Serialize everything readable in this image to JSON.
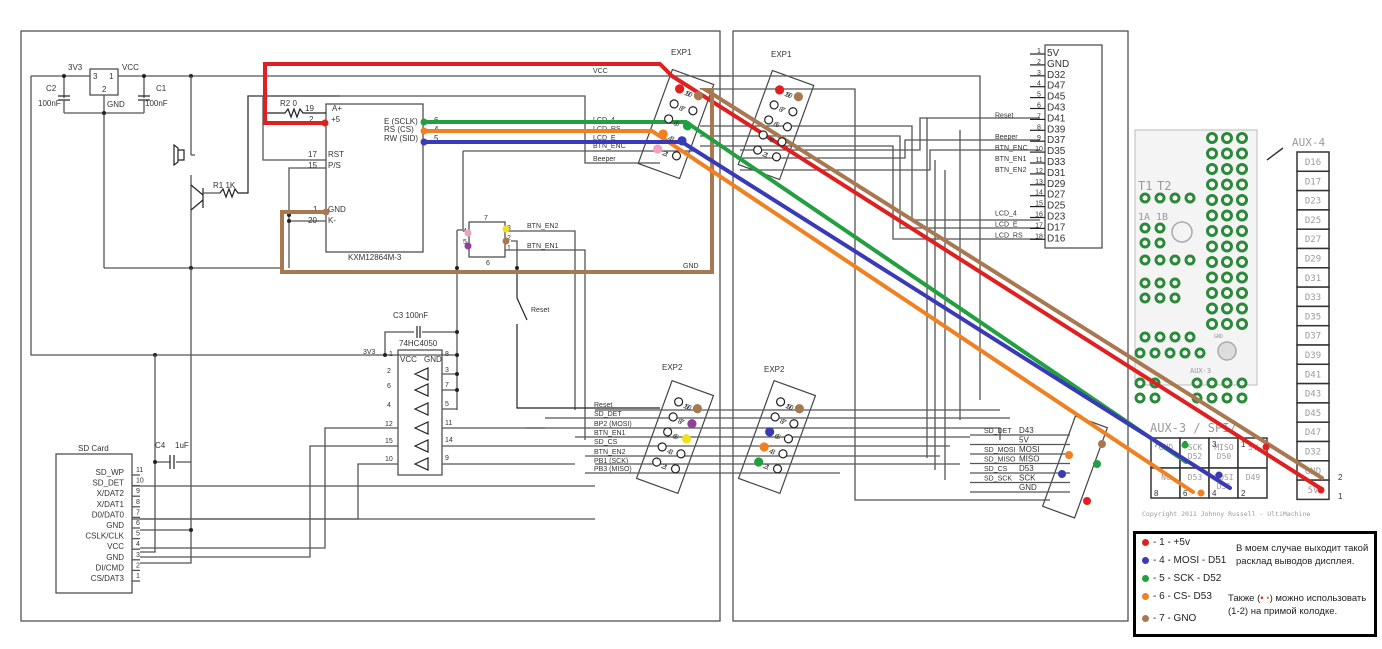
{
  "colors": {
    "vcc_5v": "#e02020",
    "mosi": "#3a3ab8",
    "sck": "#22a040",
    "cs": "#f08020",
    "gnd": "#a87850",
    "pink": "#f0a0c0",
    "purple": "#904098",
    "yellow": "#f0e020"
  },
  "power": {
    "reg_in": "3V3",
    "reg_out": "VCC",
    "reg_gnd": "GND",
    "reg_pins": [
      "3",
      "1",
      "2"
    ],
    "c2": "C2",
    "c2_val": "100nF",
    "c1": "C1",
    "c1_val": "100nF"
  },
  "lcd": {
    "name": "KXM12864M-3",
    "r2": "R2 0",
    "r1": "R1 1K",
    "left_pins": [
      {
        "num": "19",
        "label": "A+"
      },
      {
        "num": "2",
        "label": "+5"
      },
      {
        "num": "17",
        "label": "RST"
      },
      {
        "num": "15",
        "label": "P/S"
      },
      {
        "num": "1",
        "label": "GND"
      },
      {
        "num": "20",
        "label": "K-"
      }
    ],
    "right_pins": [
      {
        "num": "6",
        "label": "E (SCLK)"
      },
      {
        "num": "4",
        "label": "RS (CS)"
      },
      {
        "num": "5",
        "label": "RW (SID)"
      }
    ]
  },
  "encoder": {
    "pins": [
      "7",
      "4",
      "5",
      "6",
      "3",
      "2",
      "1"
    ],
    "btn_en2": "BTN_EN2",
    "btn_en1": "BTN_EN1",
    "reset": "Reset"
  },
  "exp1_left": {
    "title": "EXP1",
    "signals": [
      "VCC",
      "LCD_4",
      "LCD_RS",
      "LCD_E",
      "BTN_ENC",
      "Beeper",
      "GND"
    ],
    "pins": [
      "10",
      "9",
      "8",
      "7",
      "6",
      "5",
      "4",
      "3",
      "2",
      "1"
    ]
  },
  "exp1_right": {
    "title": "EXP1",
    "pins": [
      "10",
      "9",
      "8",
      "7",
      "6",
      "5",
      "4",
      "3",
      "2",
      "1"
    ]
  },
  "exp2_left": {
    "title": "EXP2",
    "signals": [
      "Reset",
      "SD_DET",
      "BP2 (MOSI)",
      "BTN_EN1",
      "SD_CS",
      "BTN_EN2",
      "PB1 (SCK)",
      "PB3 (MISO)"
    ],
    "pins": [
      "10",
      "9",
      "8",
      "7",
      "6",
      "5",
      "4",
      "3",
      "2",
      "1"
    ]
  },
  "exp2_right": {
    "title": "EXP2",
    "pins": [
      "10",
      "9",
      "8",
      "7",
      "6",
      "5",
      "4",
      "3",
      "2",
      "1"
    ]
  },
  "buffer": {
    "name": "74HC4050",
    "c3": "C3 100nF",
    "vcc": "VCC",
    "gnd": "GND",
    "rail": "3V3",
    "left_pins": [
      "1",
      "2",
      "6",
      "4",
      "12",
      "15",
      "10"
    ],
    "right_pins": [
      "8",
      "3",
      "7",
      "5",
      "11",
      "14",
      "9"
    ]
  },
  "sdcard": {
    "title": "SD Card",
    "c4": "C4",
    "c4_val": "1uF",
    "pins": [
      {
        "num": "11",
        "label": "SD_WP"
      },
      {
        "num": "10",
        "label": "SD_DET"
      },
      {
        "num": "9",
        "label": "X/DAT2"
      },
      {
        "num": "8",
        "label": "X/DAT1"
      },
      {
        "num": "7",
        "label": "D0/DAT0"
      },
      {
        "num": "6",
        "label": "GND"
      },
      {
        "num": "5",
        "label": "CSLK/CLK"
      },
      {
        "num": "4",
        "label": "VCC"
      },
      {
        "num": "3",
        "label": "GND"
      },
      {
        "num": "2",
        "label": "DI/CMD"
      },
      {
        "num": "1",
        "label": "CS/DAT3"
      }
    ]
  },
  "header": {
    "pins": [
      {
        "num": "1",
        "label": "5V",
        "sig": ""
      },
      {
        "num": "2",
        "label": "GND",
        "sig": ""
      },
      {
        "num": "3",
        "label": "D32",
        "sig": ""
      },
      {
        "num": "4",
        "label": "D47",
        "sig": ""
      },
      {
        "num": "5",
        "label": "D45",
        "sig": ""
      },
      {
        "num": "6",
        "label": "D43",
        "sig": ""
      },
      {
        "num": "7",
        "label": "D41",
        "sig": "Reset"
      },
      {
        "num": "8",
        "label": "D39",
        "sig": ""
      },
      {
        "num": "9",
        "label": "D37",
        "sig": "Beeper"
      },
      {
        "num": "10",
        "label": "D35",
        "sig": "BTN_ENC"
      },
      {
        "num": "11",
        "label": "D33",
        "sig": "BTN_EN1"
      },
      {
        "num": "12",
        "label": "D31",
        "sig": "BTN_EN2"
      },
      {
        "num": "13",
        "label": "D29",
        "sig": ""
      },
      {
        "num": "14",
        "label": "D27",
        "sig": ""
      },
      {
        "num": "15",
        "label": "D25",
        "sig": ""
      },
      {
        "num": "16",
        "label": "D23",
        "sig": "LCD_4"
      },
      {
        "num": "17",
        "label": "D17",
        "sig": "LCD_E"
      },
      {
        "num": "18",
        "label": "D16",
        "sig": "LCD_RS"
      }
    ]
  },
  "sdheader": {
    "rows": [
      {
        "sig": "SD_DET",
        "pin": "D43"
      },
      {
        "sig": "",
        "pin": "5V"
      },
      {
        "sig": "SD_MOSI",
        "pin": "MOSI"
      },
      {
        "sig": "SD_MISO",
        "pin": "MISO"
      },
      {
        "sig": "SD_CS",
        "pin": "D53"
      },
      {
        "sig": "SD_SCK",
        "pin": "SCK"
      },
      {
        "sig": "",
        "pin": "GND"
      }
    ],
    "pins": [
      "8",
      "7",
      "6",
      "5",
      "4",
      "3",
      "2",
      "1"
    ]
  },
  "board": {
    "aux4_title": "AUX-4",
    "aux4_cells": [
      "D16",
      "D17",
      "D23",
      "D25",
      "D27",
      "D29",
      "D31",
      "D33",
      "D35",
      "D37",
      "D39",
      "D41",
      "D43",
      "D45",
      "D47",
      "D32",
      "GND",
      "5V"
    ],
    "aux4_pin_labels": [
      "2",
      "1"
    ],
    "aux3_title": "AUX-3 / SPI/",
    "aux3_small": "AUX-3",
    "board_labels": [
      "T1",
      "T2",
      "1A",
      "1B",
      "GND",
      "AUX-4"
    ],
    "spi_cells": [
      {
        "text": "GND",
        "num": "7"
      },
      {
        "text": "SCK D52",
        "num": "5"
      },
      {
        "text": "MISO D50",
        "num": "3"
      },
      {
        "text": "5V",
        "num": "1"
      },
      {
        "text": "NC",
        "num": "8"
      },
      {
        "text": "D53",
        "num": "6"
      },
      {
        "text": "MOSI D51",
        "num": "4"
      },
      {
        "text": "D49",
        "num": "2"
      }
    ],
    "copyright": "Copyright 2011 Johnny Russell - UltiMachine"
  },
  "legend": {
    "items": [
      {
        "label": "- 1 - +5v",
        "color": "#e02020"
      },
      {
        "label": "- 4 - MOSI - D51",
        "color": "#3a3ab8"
      },
      {
        "label": "- 5 - SCK - D52",
        "color": "#22a040"
      },
      {
        "label": "- 6 - CS- D53",
        "color": "#f08020"
      },
      {
        "label": "- 7 - GNO",
        "color": "#a87850"
      }
    ],
    "note1": "В моем случае выходит такой расклад выводов дисплея.",
    "note2a": "Также (",
    "note2b": ") можно использовать (1-2) на примой колодке."
  }
}
